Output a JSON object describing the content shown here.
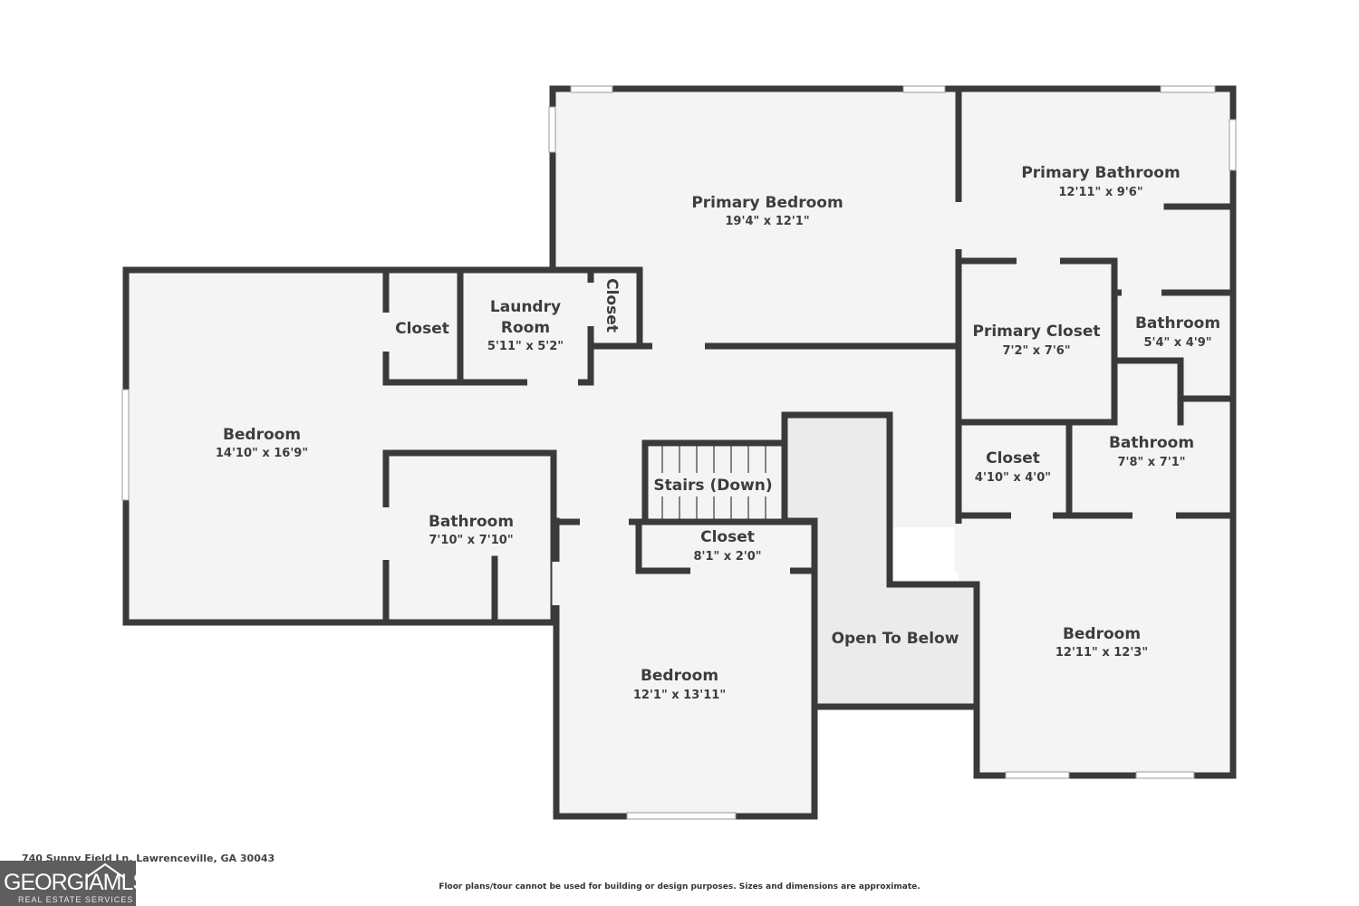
{
  "rooms": {
    "primary_bedroom": {
      "name": "Primary Bedroom",
      "dim": "19'4\" x 12'1\""
    },
    "primary_bathroom": {
      "name": "Primary Bathroom",
      "dim": "12'11\" x 9'6\""
    },
    "bedroom_west": {
      "name": "Bedroom",
      "dim": "14'10\" x 16'9\""
    },
    "closet_west": {
      "name": "Closet"
    },
    "laundry": {
      "name_line1": "Laundry",
      "name_line2": "Room",
      "dim": "5'11\" x 5'2\""
    },
    "closet_laundry": {
      "name": "Closet"
    },
    "primary_closet": {
      "name": "Primary Closet",
      "dim": "7'2\" x 7'6\""
    },
    "bathroom_small": {
      "name": "Bathroom",
      "dim": "5'4\" x 4'9\""
    },
    "bathroom_west": {
      "name": "Bathroom",
      "dim": "7'10\" x 7'10\""
    },
    "stairs": {
      "name": "Stairs (Down)"
    },
    "closet_center": {
      "name": "Closet",
      "dim": "8'1\" x 2'0\""
    },
    "closet_east": {
      "name": "Closet",
      "dim": "4'10\" x 4'0\""
    },
    "bathroom_east": {
      "name": "Bathroom",
      "dim": "7'8\" x 7'1\""
    },
    "open_to_below": {
      "name": "Open To Below"
    },
    "bedroom_east": {
      "name": "Bedroom",
      "dim": "12'11\" x 12'3\""
    },
    "bedroom_south": {
      "name": "Bedroom",
      "dim": "12'1\" x 13'11\""
    }
  },
  "footer": {
    "address": "740 Sunny Field Ln, Lawrenceville, GA 30043",
    "disclaimer": "Floor plans/tour cannot be used for building or design purposes. Sizes and dimensions are approximate.",
    "logo_main": "GEORGIAMLS",
    "logo_sub": "REAL ESTATE SERVICES"
  },
  "colors": {
    "wall": "#3a3a3a",
    "floor": "#f4f4f4",
    "open_area": "#ebebeb",
    "text": "#3d3d3d",
    "logo_bg": "#5e5e5e"
  }
}
